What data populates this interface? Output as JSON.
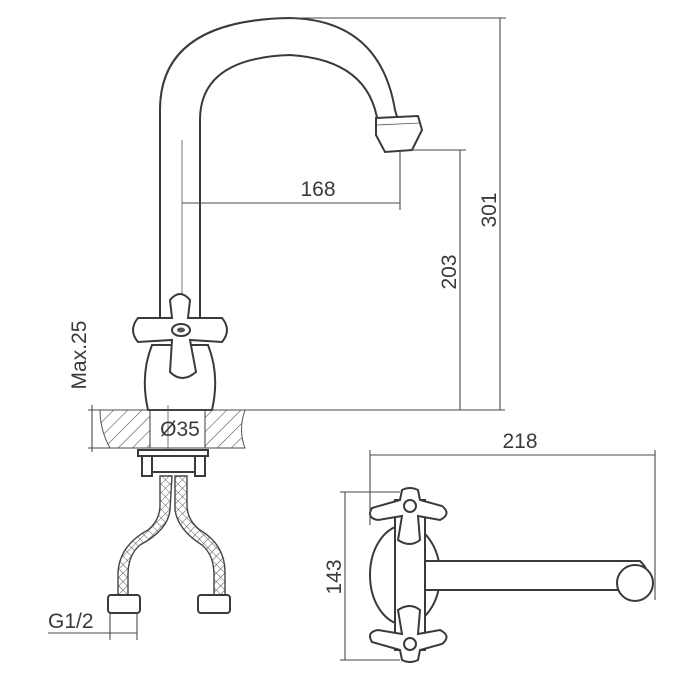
{
  "drawing": {
    "subject": "faucet",
    "dimensions": {
      "spout_reach": "168",
      "total_height": "301",
      "spout_height": "203",
      "max_counter_thickness": "Max.25",
      "mount_hole_diameter": "Ø35",
      "connection_thread": "G1/2",
      "top_view_length": "218",
      "top_view_width": "143"
    }
  }
}
